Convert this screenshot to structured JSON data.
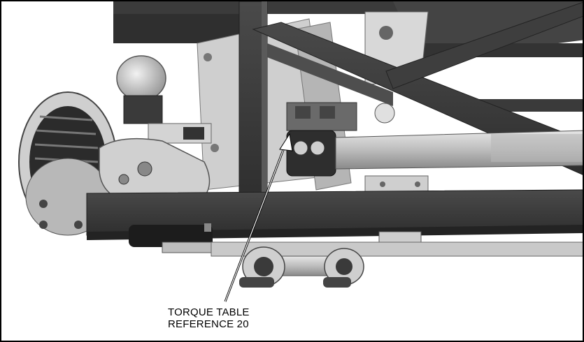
{
  "callout": {
    "line1": "TORQUE TABLE",
    "line2": "REFERENCE 20"
  },
  "colors": {
    "frame_dark": "#3a3a3a",
    "frame_mid": "#555555",
    "metal_light": "#cfcfcf",
    "metal_mid": "#9a9a9a",
    "background": "#ffffff"
  },
  "icons": [
    "brake-caliper",
    "brake-chamber",
    "suspension-link",
    "leader-arrow"
  ]
}
